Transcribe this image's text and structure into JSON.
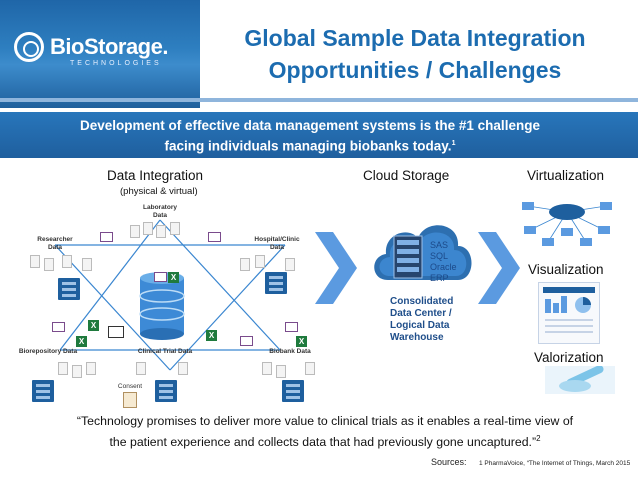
{
  "brand": {
    "name": "BioStorage.",
    "tagline": "TECHNOLOGIES"
  },
  "title": {
    "line1": "Global Sample Data Integration",
    "line2": "Opportunities / Challenges"
  },
  "banner": {
    "line1": "Development of effective data management systems is the #1 challenge",
    "line2": "facing individuals managing biobanks today.",
    "footnote": "1"
  },
  "sections": {
    "data_integration": "Data Integration",
    "data_integration_sub": "(physical & virtual)",
    "cloud_storage": "Cloud Storage",
    "virtualization": "Virtualization",
    "visualization": "Visualization",
    "valorization": "Valorization"
  },
  "nodes": {
    "laboratory": "Laboratory Data",
    "researcher": "Researcher Data",
    "hospital": "Hospital/Clinic Data",
    "biorepository": "Biorepository Data",
    "clinical_trial": "Clinical Trial Data",
    "biobank": "Biobank Data",
    "consent": "Consent"
  },
  "cloud": {
    "db_labels": [
      "SAS",
      "SQL",
      "Oracle",
      "ERP"
    ],
    "label_lines": [
      "Consolidated",
      "Data Center /",
      "Logical Data",
      "Warehouse"
    ]
  },
  "quote": {
    "line1": "“Technology promises to deliver more value to clinical trials as it enables a real-time view of",
    "line2": "the patient experience and collects data that had previously gone uncaptured.”",
    "footnote": "2"
  },
  "sources": {
    "label": "Sources:",
    "text": "1 PharmaVoice, “The Internet of Things, March 2015"
  },
  "colors": {
    "title": "#1c6cb0",
    "banner": "#2470b4",
    "accent": "#3a86d0",
    "building": "#1e5f9e"
  }
}
